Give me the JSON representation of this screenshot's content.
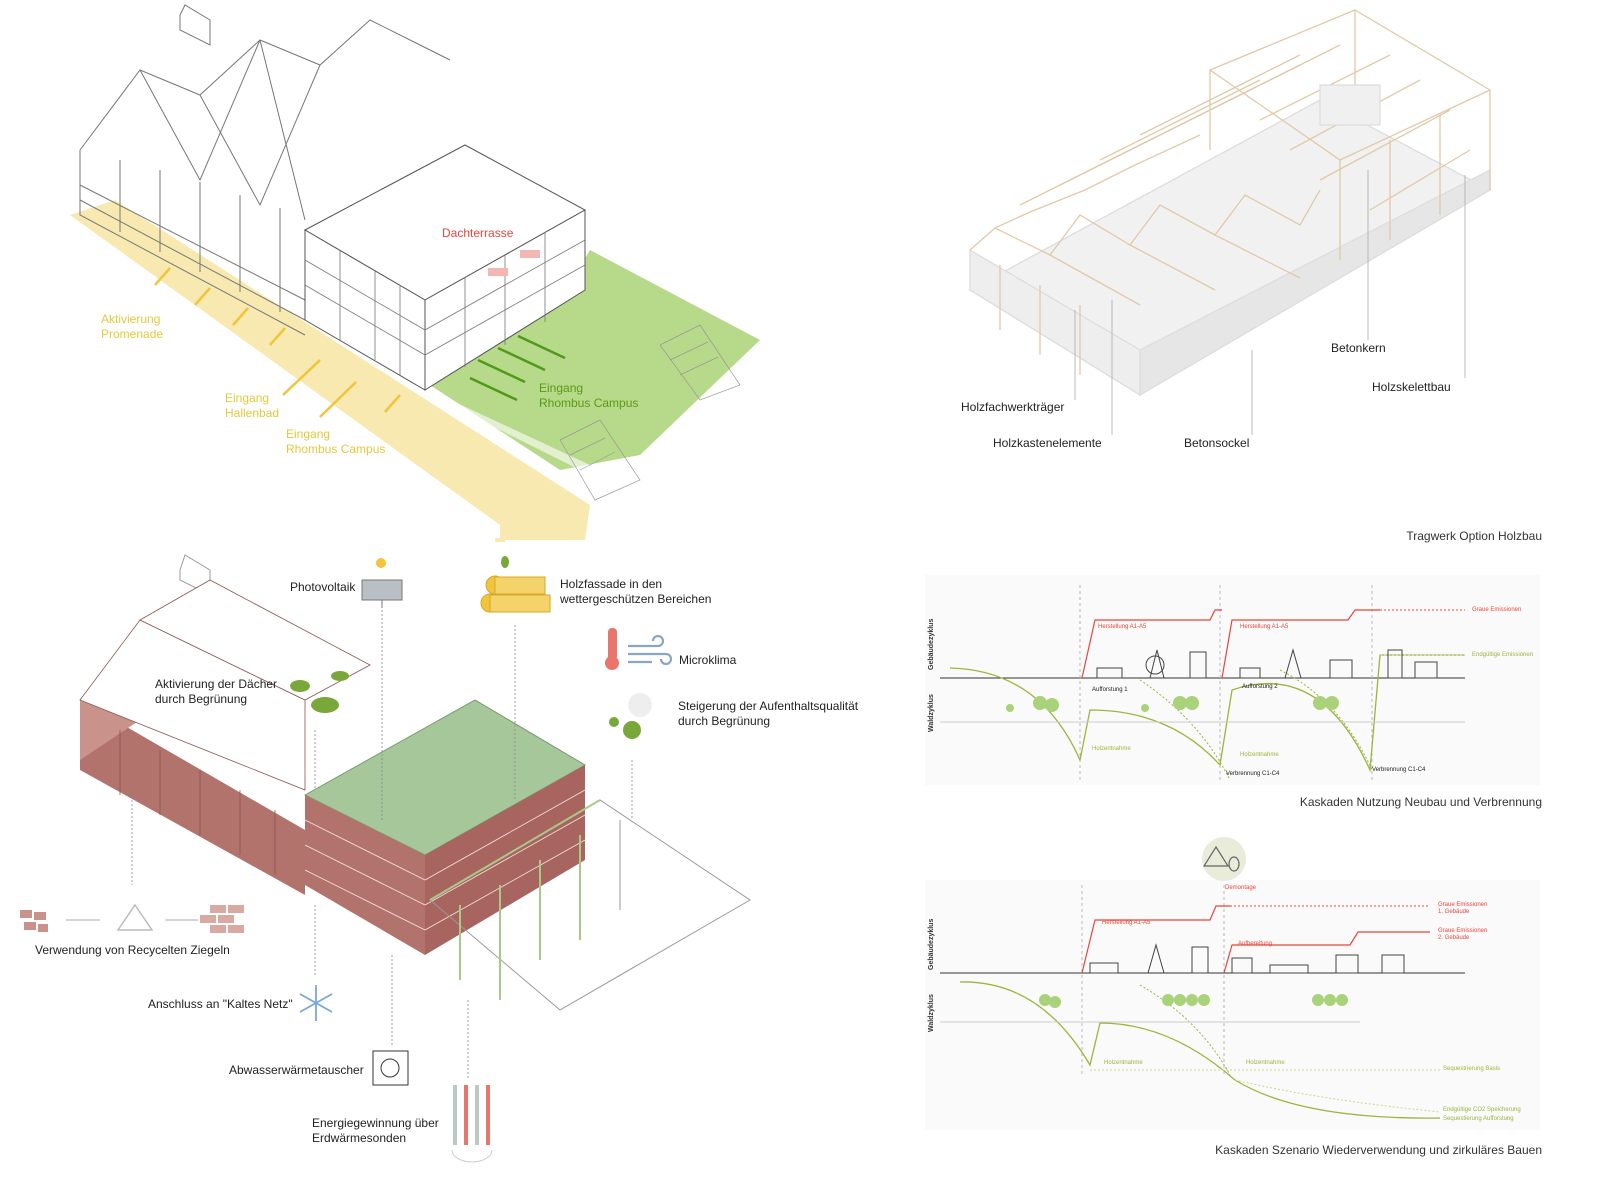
{
  "top_left": {
    "dachterrasse": "Dachterrasse",
    "aktivierung": [
      "Aktivierung",
      "Promenade"
    ],
    "eingang_hallenbad": [
      "Eingang",
      "Hallenbad"
    ],
    "eingang_rhombus_yellow": [
      "Eingang",
      "Rhombus Campus"
    ],
    "eingang_rhombus_green": [
      "Eingang",
      "Rhombus Campus"
    ]
  },
  "top_right": {
    "labels": {
      "holzfachwerktraeger": "Holzfachwerkträger",
      "holzkastenelemente": "Holzkastenelemente",
      "betonsockel": "Betonsockel",
      "betonkern": "Betonkern",
      "holzskelettbau": "Holzskelettbau"
    },
    "caption": "Tragwerk Option Holzbau"
  },
  "bottom_left": {
    "photovoltaik": "Photovoltaik",
    "holzfassade": [
      "Holzfassade in den",
      "wettergeschützen Bereichen"
    ],
    "microklima": "Microklima",
    "steigerung": [
      "Steigerung der Aufenthaltsqualität",
      "durch Begrünung"
    ],
    "aktivierung_daecher": [
      "Aktivierung der Dächer",
      "durch Begrünung"
    ],
    "recycling": "Verwendung von Recycelten Ziegeln",
    "kaltes_netz": "Anschluss an \"Kaltes Netz\"",
    "abwasser": "Abwasserwärmetauscher",
    "energie": [
      "Energiegewinnung über",
      "Erdwärmesonden"
    ]
  },
  "cascade1": {
    "caption": "Kaskaden Nutzung Neubau und Verbrennung",
    "axis_building": "Gebäudezyklus",
    "axis_forest": "Waldzyklus",
    "herstellung1": "Herstellung A1-A5",
    "herstellung2": "Herstellung A1-A5",
    "aufforstung1": "Aufforstung 1",
    "aufforstung2": "Aufforstung 2",
    "holzentnahme1": "Holzentnahme",
    "holzentnahme2": "Holzentnahme",
    "verbrennung1": "Verbrennung C1-C4",
    "verbrennung2": "Verbrennung C1-C4",
    "graue": "Graue Emissionen",
    "endgueltige": "Endgültige Emissionen"
  },
  "cascade2": {
    "caption": "Kaskaden Szenario Wiederverwendung und zirkuläres Bauen",
    "axis_building": "Gebäudezyklus",
    "axis_forest": "Waldzyklus",
    "demontage": "Demontage",
    "herstellung": "Herstellung A1-A5",
    "aufbereitung": "Aufbereitung",
    "graue1": [
      "Graue Emissionen",
      "1. Gebäude"
    ],
    "graue2": [
      "Graue Emissionen",
      "2. Gebäude"
    ],
    "holzentnahme1": "Holzentnahme",
    "holzentnahme2": "Holzentnahme",
    "sequestrierung_basis": "Sequestrierung Basis",
    "endgueltige_co2": "Endgültige CO2 Speicherung",
    "sequestrierung_aufforstung": "Sequestierung Aufforstung"
  },
  "colors": {
    "yellow": "#f5e6a8",
    "yellow_text": "#e6c83c",
    "green": "#a9d27a",
    "green_dark": "#4f9a1a",
    "red": "#e8453c",
    "brick": "#b2736d",
    "wood": "#e2c9a8"
  }
}
